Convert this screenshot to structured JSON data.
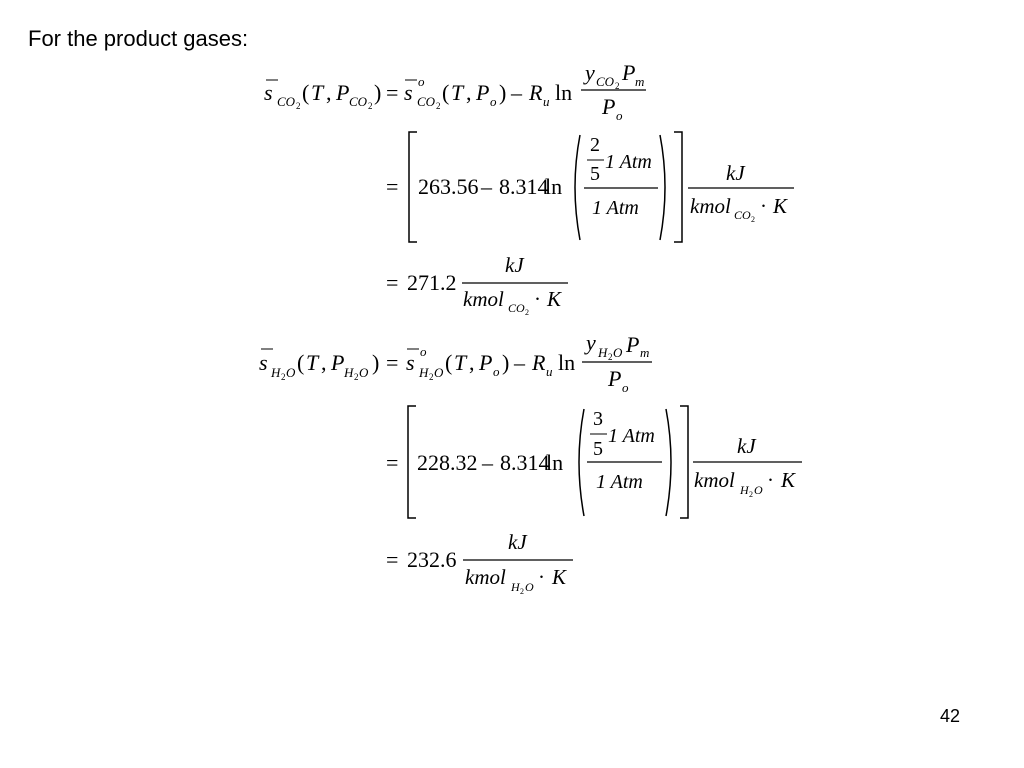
{
  "slide": {
    "heading": "For the product gases:",
    "page_number": "42"
  },
  "co2": {
    "species": "CO",
    "species_sub": "2",
    "s_standard": "263.56",
    "ru": "8.314",
    "mole_fraction_num": "2",
    "mole_fraction_den": "5",
    "pressure": "1 Atm",
    "result": "271.2"
  },
  "h2o": {
    "species_h": "H",
    "species_sub": "2",
    "species_o": "O",
    "s_standard": "228.32",
    "ru": "8.314",
    "mole_fraction_num": "3",
    "mole_fraction_den": "5",
    "pressure": "1 Atm",
    "result": "232.6"
  },
  "symbols": {
    "s": "s",
    "T": "T",
    "P": "P",
    "o": "o",
    "m": "m",
    "y": "y",
    "R": "R",
    "u": "u",
    "ln": "ln",
    "kJ": "kJ",
    "kmol": "kmol",
    "K": "K",
    "equals": "=",
    "minus": "–",
    "dot": "·"
  }
}
